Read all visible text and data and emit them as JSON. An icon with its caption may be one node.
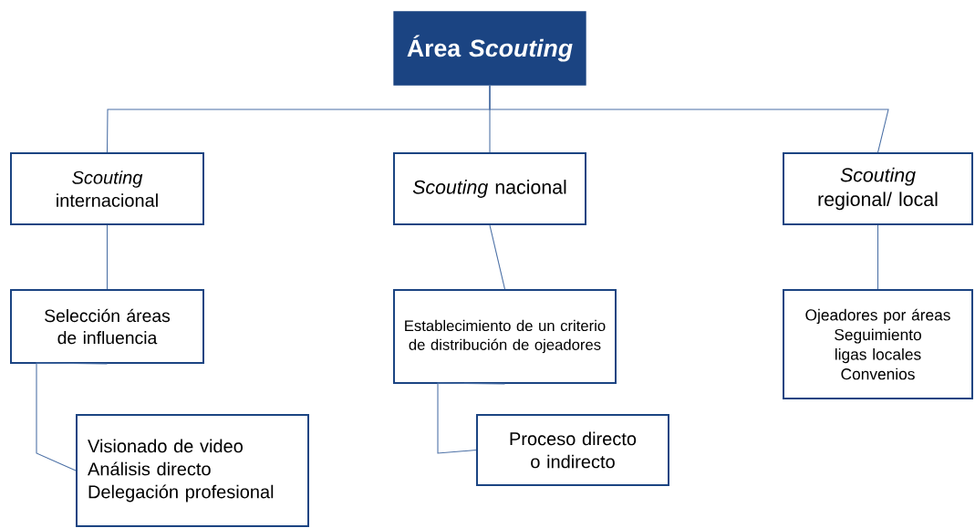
{
  "diagram": {
    "nodes": [
      {
        "text": [
          "Área *Scouting*"
        ]
      },
      {
        "text": [
          "*Scouting* internacional"
        ]
      },
      {
        "text": [
          "*Scouting* nacional"
        ]
      },
      {
        "text": [
          "*Scouting* regional/ local"
        ]
      },
      {
        "text": [
          "Selección áreas de influencia"
        ]
      },
      {
        "text": [
          "Establecimiento de un criterio de distribución de ojeadores"
        ]
      },
      {
        "text": [
          "Ojeadores por áreas",
          "Seguimiento ligas locales",
          "Convenios"
        ]
      },
      {
        "text": [
          "Visionado de video",
          "Análisis directo",
          "Delegación profesional"
        ]
      },
      {
        "text": [
          "Proceso directo o indirecto"
        ]
      }
    ],
    "edges": [
      {
        "from": 0,
        "to": 1,
        "arrow": "none"
      },
      {
        "from": 0,
        "to": 2,
        "arrow": "none"
      },
      {
        "from": 0,
        "to": 3,
        "arrow": "none"
      },
      {
        "from": 1,
        "to": 4,
        "arrow": "none"
      },
      {
        "from": 2,
        "to": 5,
        "arrow": "none"
      },
      {
        "from": 3,
        "to": 6,
        "arrow": "none"
      },
      {
        "from": 4,
        "to": 7,
        "arrow": "none"
      },
      {
        "from": 5,
        "to": 8,
        "arrow": "none"
      }
    ]
  }
}
